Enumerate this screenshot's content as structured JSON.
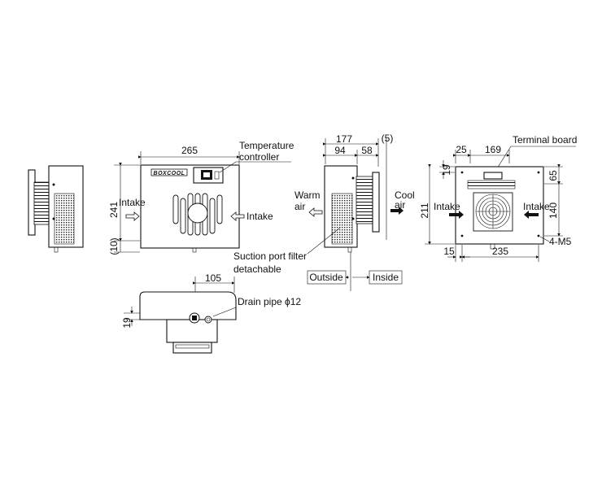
{
  "brand": "BOXCOOL",
  "labels": {
    "temperature_controller": [
      "Temperature",
      "controller"
    ],
    "intake": "Intake",
    "warm_air": [
      "Warm",
      "air"
    ],
    "cool_air": [
      "Cool",
      "air"
    ],
    "suction_filter": [
      "Suction port filter",
      "detachable"
    ],
    "outside": "Outside",
    "inside": "Inside",
    "drain_pipe": "Drain pipe ϕ12",
    "terminal_board": "Terminal board",
    "screws": "4-M5"
  },
  "dimensions": {
    "front_width": "265",
    "front_height": "241",
    "front_base": "(10)",
    "side_total": "177",
    "side_outer": "94",
    "side_inner": "58",
    "side_gap": "(5)",
    "drain_offset": "105",
    "drain_height": "19",
    "rear_top_offset": "25",
    "rear_top_span": "169",
    "rear_top_margin": "19",
    "rear_height": "211",
    "rear_upper": "65",
    "rear_lower": "140",
    "rear_left_offset": "15",
    "rear_bottom_span": "235"
  }
}
